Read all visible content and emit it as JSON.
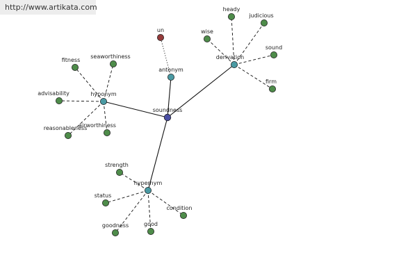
{
  "watermark": "http://www.artikata.com",
  "colors": {
    "center": "#4a4ea3",
    "category": "#4a9aa3",
    "leaf": "#4e8c4a",
    "antonym_leaf": "#943a3a"
  },
  "nodes": {
    "center": "soundness",
    "categories": [
      "antonym",
      "derivation",
      "hyponym",
      "hypernym"
    ],
    "antonym": [
      "un"
    ],
    "derivation": [
      "heady",
      "judicious",
      "wise",
      "sound",
      "firm"
    ],
    "hyponym": [
      "fitness",
      "seaworthiness",
      "advisability",
      "reasonableness",
      "airworthiness"
    ],
    "hypernym": [
      "strength",
      "status",
      "condition",
      "goodness",
      "good"
    ]
  }
}
